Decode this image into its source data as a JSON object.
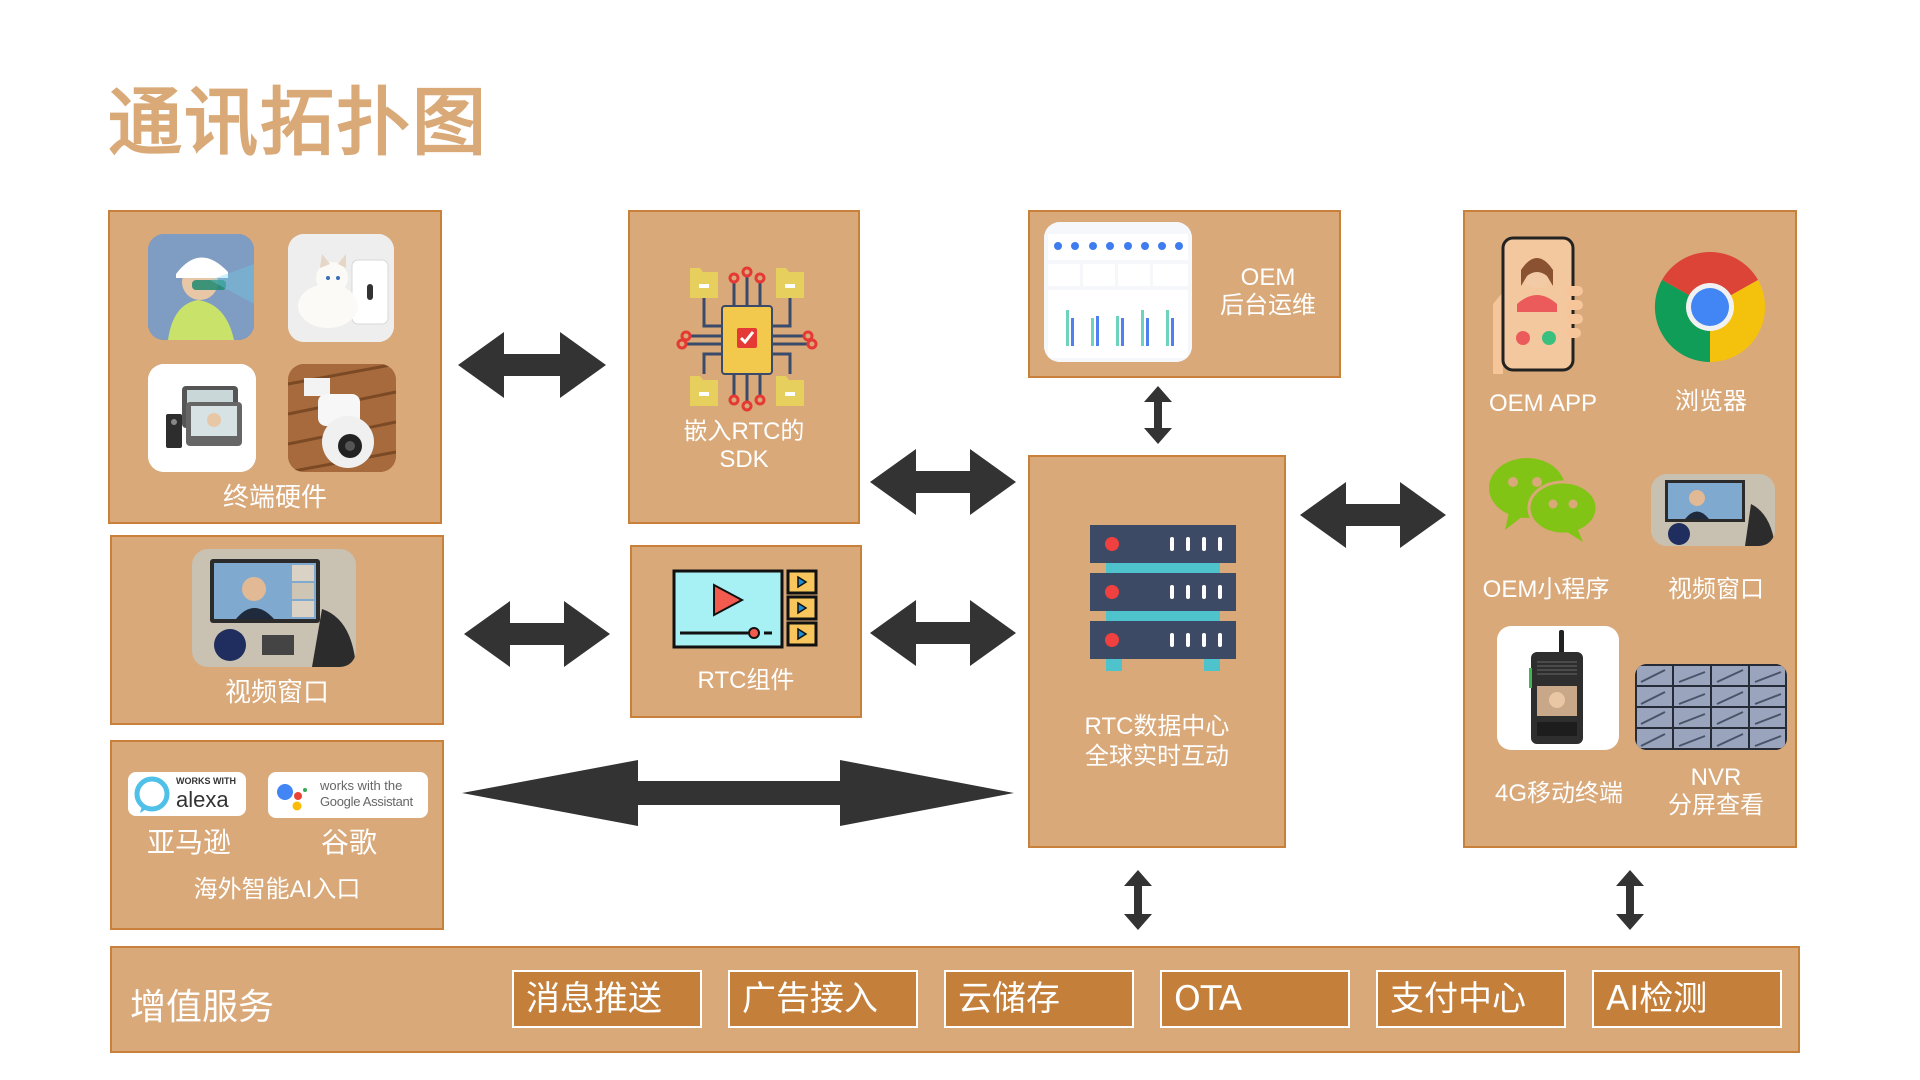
{
  "title": "通讯拓扑图",
  "colors": {
    "box_fill": "#D9A97A",
    "box_border": "#C8803B",
    "title": "#D9A978",
    "arrow": "#333333",
    "service_fill": "#C4803A"
  },
  "nodes": {
    "terminal_hardware": {
      "label": "终端硬件",
      "images": [
        "smart-glasses-worker",
        "pet-feeder-with-cat",
        "video-intercom-monitor",
        "security-camera"
      ]
    },
    "video_window_left": {
      "label": "视频窗口",
      "image": "video-conference-meeting"
    },
    "ai_entry": {
      "label": "海外智能AI入口",
      "alexa": {
        "badge_top": "WORKS WITH",
        "badge_main": "alexa",
        "label": "亚马逊"
      },
      "google": {
        "badge_line1": "works with the",
        "badge_line2": "Google Assistant",
        "label": "谷歌"
      }
    },
    "sdk": {
      "label_line1": "嵌入RTC的",
      "label_line2": "SDK",
      "icon": "circuit-chip-with-folders"
    },
    "rtc_component": {
      "label": "RTC组件",
      "icon": "video-player-with-playlist"
    },
    "oem_backend": {
      "label_line1": "OEM",
      "label_line2": "后台运维",
      "image": "dashboard-screenshot"
    },
    "rtc_datacenter": {
      "label_line1": "RTC数据中心",
      "label_line2": "全球实时互动",
      "icon": "server-rack"
    },
    "clients": {
      "items": [
        {
          "label": "OEM APP",
          "icon": "phone-video-call"
        },
        {
          "label": "浏览器",
          "icon": "chrome-browser"
        },
        {
          "label": "OEM小程序",
          "icon": "wechat"
        },
        {
          "label": "视频窗口",
          "icon": "video-conference-meeting"
        },
        {
          "label": "4G移动终端",
          "icon": "4g-walkie-talkie"
        },
        {
          "label_line1": "NVR",
          "label_line2": "分屏查看",
          "icon": "nvr-split-screen"
        }
      ]
    }
  },
  "value_added": {
    "title": "增值服务",
    "services": [
      "消息推送",
      "广告接入",
      "云储存",
      "OTA",
      "支付中心",
      "AI检测"
    ]
  }
}
